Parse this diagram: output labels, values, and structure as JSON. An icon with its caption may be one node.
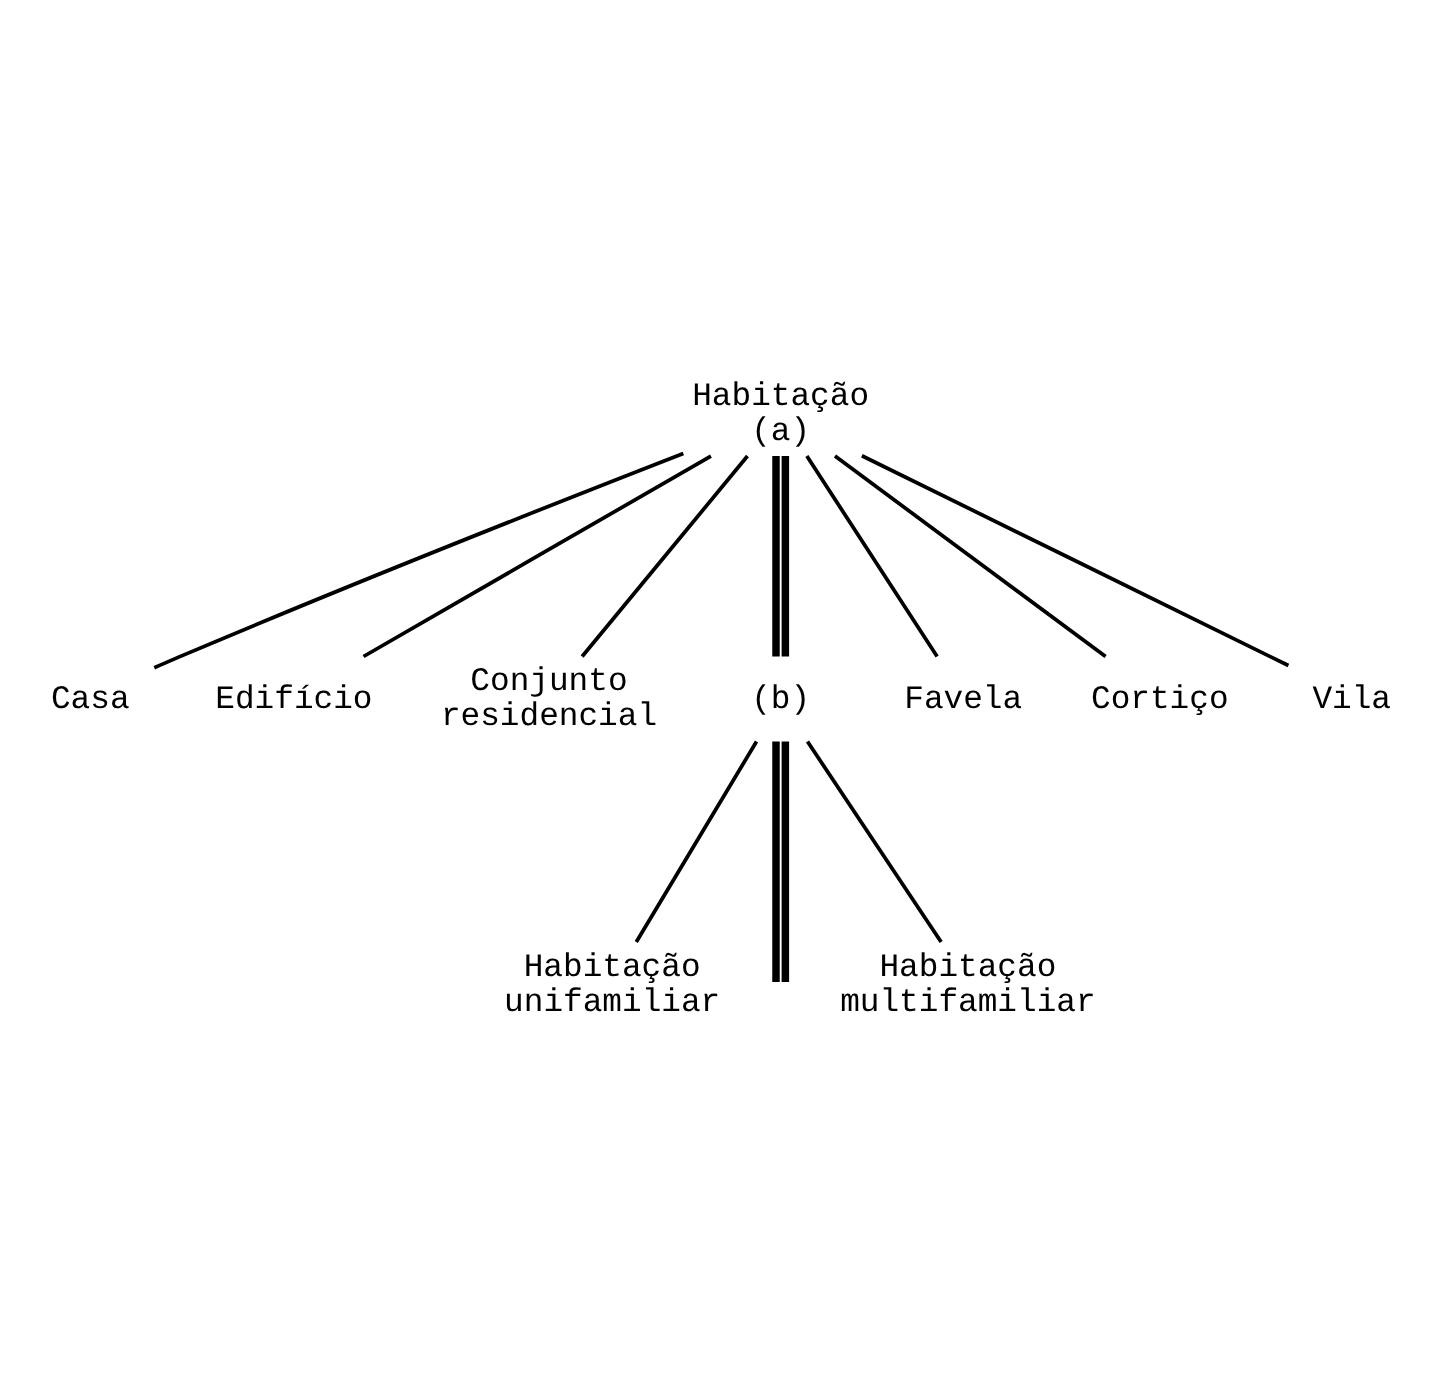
{
  "diagram": {
    "nodes": [
      {
        "text": [
          "Habitação",
          "(a)"
        ]
      },
      {
        "text": [
          "Casa"
        ]
      },
      {
        "text": [
          "Edifício"
        ]
      },
      {
        "text": [
          "Conjunto residencial"
        ]
      },
      {
        "text": [
          "Favela"
        ]
      },
      {
        "text": [
          "Cortiço"
        ]
      },
      {
        "text": [
          "Vila"
        ]
      },
      {
        "text": [
          "(b)"
        ]
      },
      {
        "text": [
          "Habitação unifamiliar"
        ]
      },
      {
        "text": [
          "Habitação multifamiliar"
        ]
      }
    ],
    "edges": [
      {
        "from": 0,
        "to": 1,
        "arrow": "none"
      },
      {
        "from": 0,
        "to": 2,
        "arrow": "none"
      },
      {
        "from": 0,
        "to": 3,
        "arrow": "none"
      },
      {
        "from": 0,
        "to": 7,
        "arrow": "none",
        "style": "thick"
      },
      {
        "from": 0,
        "to": 4,
        "arrow": "none"
      },
      {
        "from": 0,
        "to": 5,
        "arrow": "none"
      },
      {
        "from": 0,
        "to": 6,
        "arrow": "none"
      },
      {
        "from": 7,
        "to": 8,
        "arrow": "none"
      },
      {
        "from": 7,
        "to": null,
        "arrow": "none",
        "style": "thick"
      },
      {
        "from": 7,
        "to": 9,
        "arrow": "none"
      }
    ]
  }
}
